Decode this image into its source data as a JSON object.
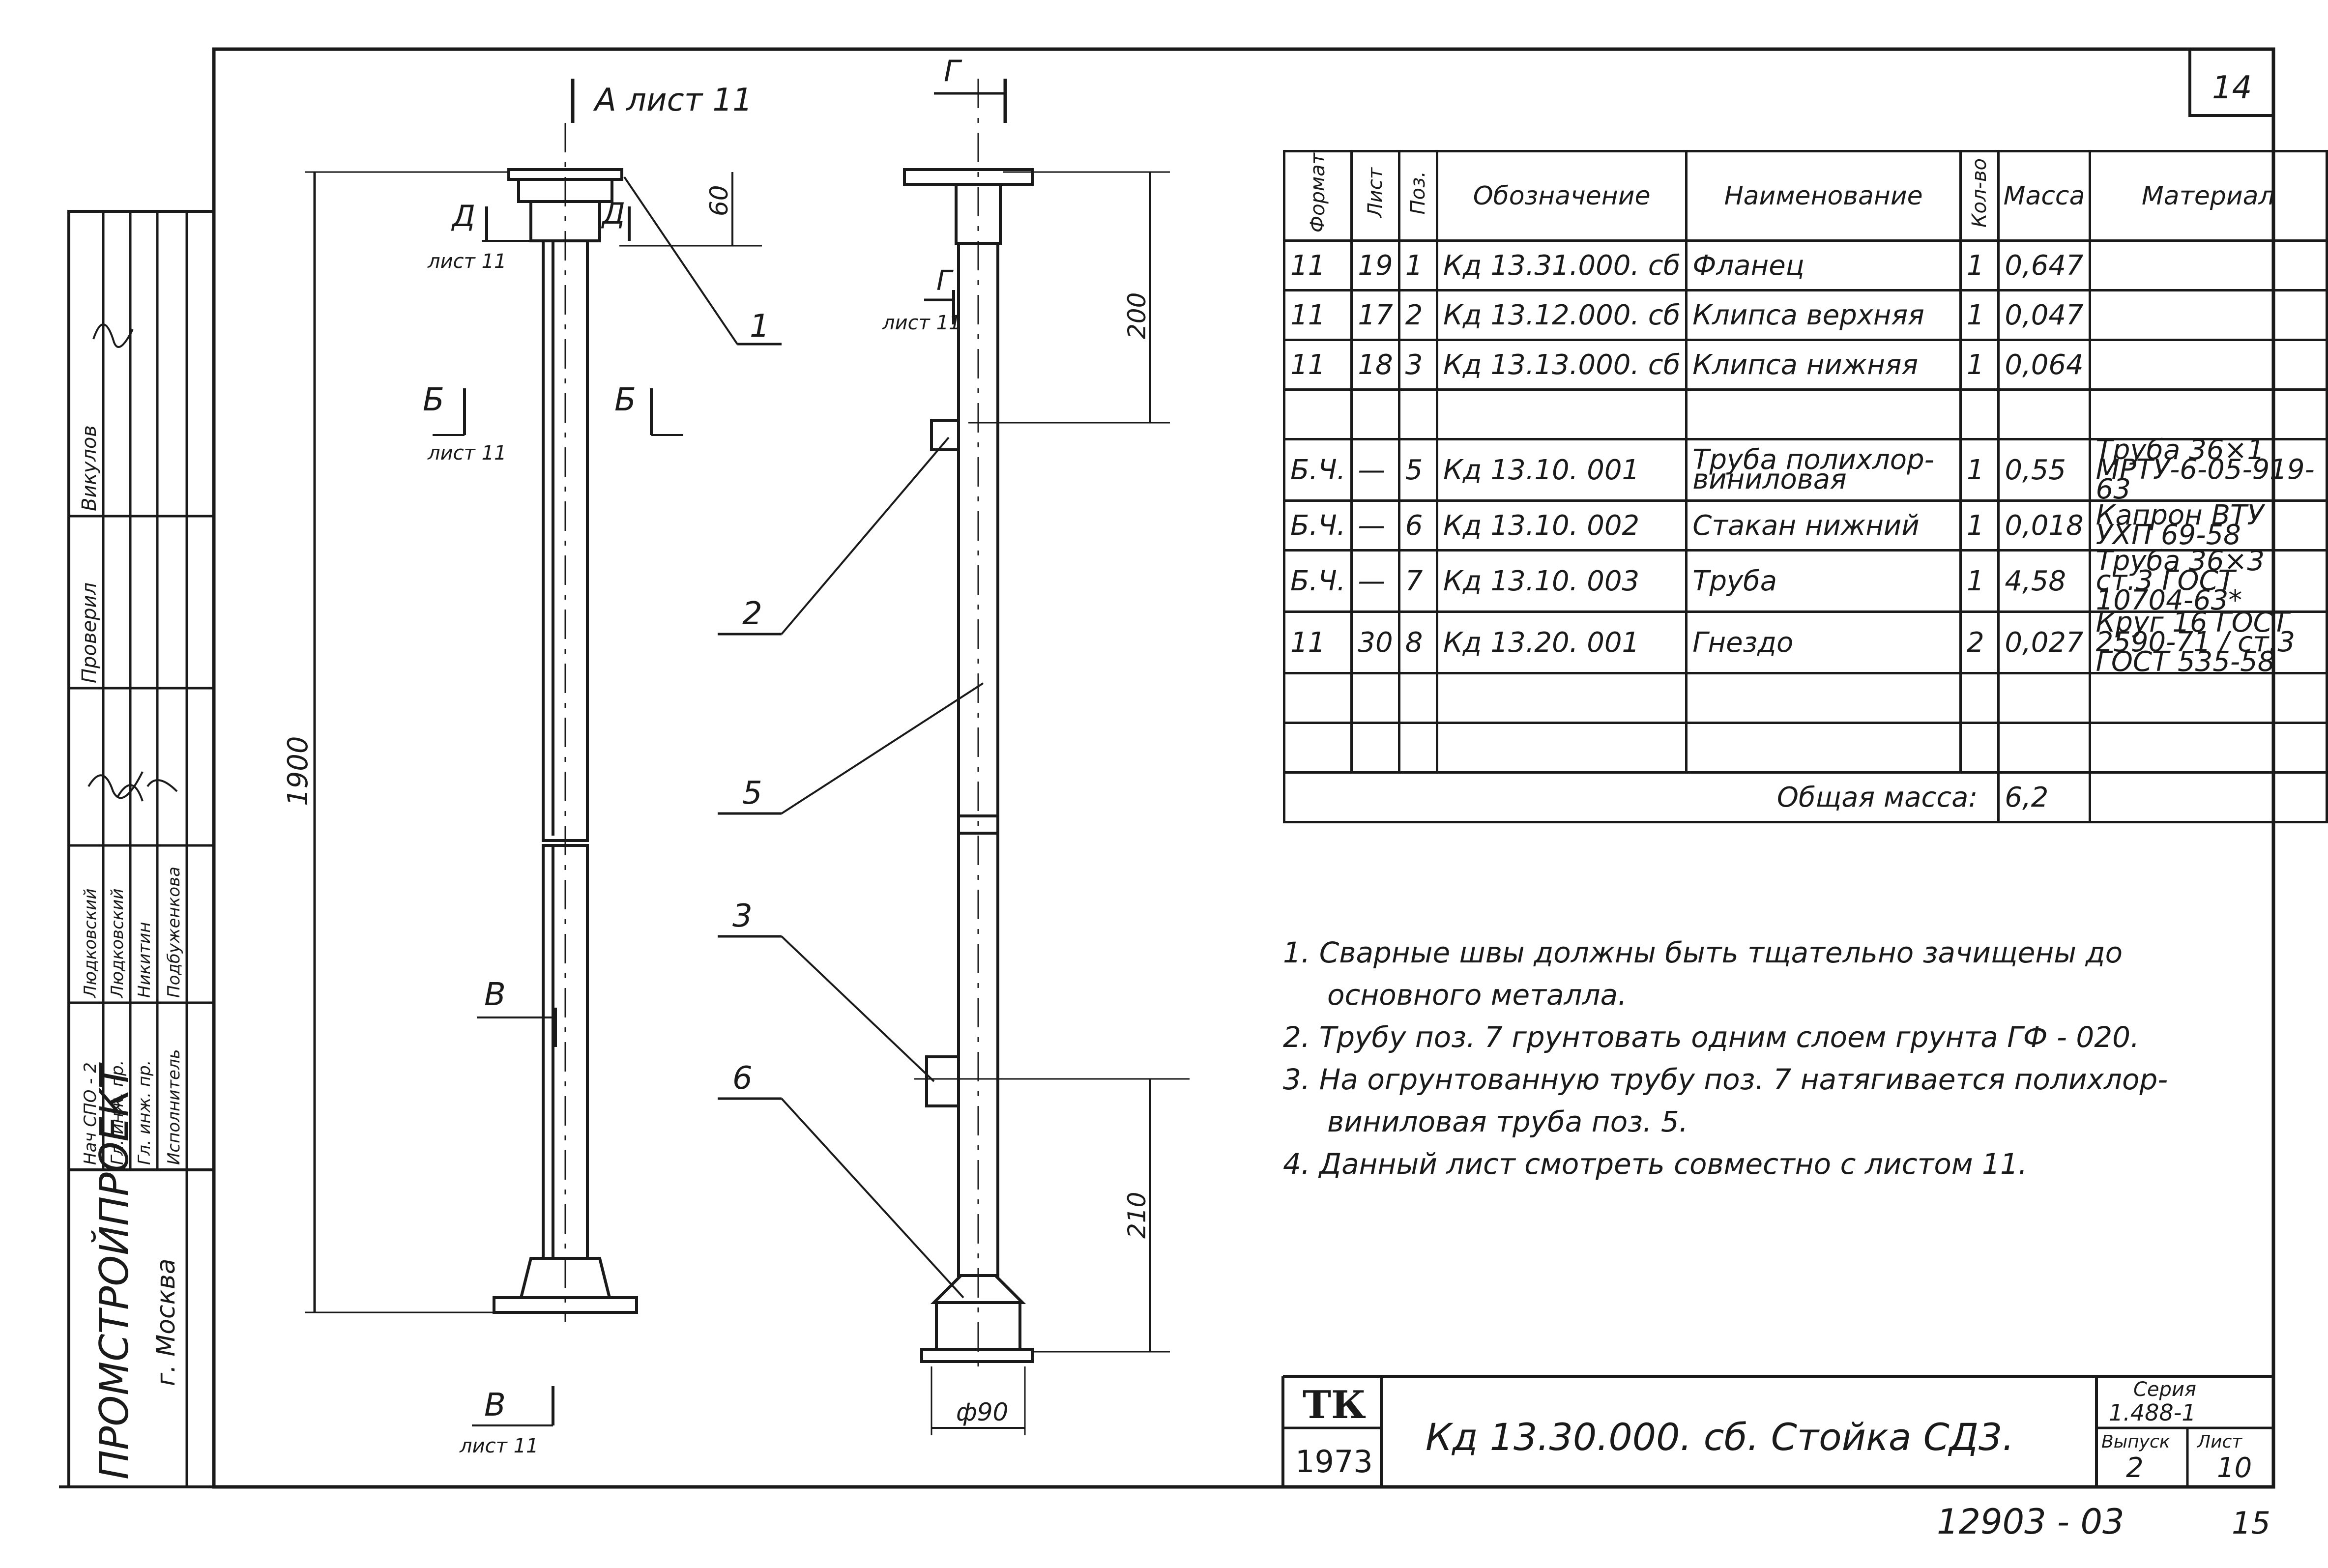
{
  "sheet_number_top": "14",
  "sheet_number_bottom": "15",
  "doc_code": "12903 - 03",
  "spec_table": {
    "headers": [
      "Формат",
      "Лист",
      "Поз.",
      "Обозначение",
      "Наименование",
      "Кол-во",
      "Масса",
      "Материал"
    ],
    "rows": [
      {
        "format": "11",
        "sheet": "19",
        "pos": "1",
        "designation": "Кд 13.31.000. сб",
        "name": "Фланец",
        "qty": "1",
        "mass": "0,647",
        "material": ""
      },
      {
        "format": "11",
        "sheet": "17",
        "pos": "2",
        "designation": "Кд 13.12.000. сб",
        "name": "Клипса верхняя",
        "qty": "1",
        "mass": "0,047",
        "material": ""
      },
      {
        "format": "11",
        "sheet": "18",
        "pos": "3",
        "designation": "Кд 13.13.000. сб",
        "name": "Клипса нижняя",
        "qty": "1",
        "mass": "0,064",
        "material": ""
      },
      {
        "format": "",
        "sheet": "",
        "pos": "",
        "designation": "",
        "name": "",
        "qty": "",
        "mass": "",
        "material": ""
      },
      {
        "format": "Б.Ч.",
        "sheet": "—",
        "pos": "5",
        "designation": "Кд 13.10. 001",
        "name": "Труба полихлор-виниловая",
        "qty": "1",
        "mass": "0,55",
        "material": "Труба 36×1 МРТУ-6-05-919-63"
      },
      {
        "format": "Б.Ч.",
        "sheet": "—",
        "pos": "6",
        "designation": "Кд 13.10. 002",
        "name": "Стакан нижний",
        "qty": "1",
        "mass": "0,018",
        "material": "Капрон ВТУ УХП 69-58"
      },
      {
        "format": "Б.Ч.",
        "sheet": "—",
        "pos": "7",
        "designation": "Кд 13.10. 003",
        "name": "Труба",
        "qty": "1",
        "mass": "4,58",
        "material": "Труба 36×3 ст.3 ГОСТ 10704-63*"
      },
      {
        "format": "11",
        "sheet": "30",
        "pos": "8",
        "designation": "Кд 13.20. 001",
        "name": "Гнездо",
        "qty": "2",
        "mass": "0,027",
        "material": "Круг 16 ГОСТ 2590-71 / ст.3 ГОСТ 535-58"
      },
      {
        "format": "",
        "sheet": "",
        "pos": "",
        "designation": "",
        "name": "",
        "qty": "",
        "mass": "",
        "material": ""
      },
      {
        "format": "",
        "sheet": "",
        "pos": "",
        "designation": "",
        "name": "",
        "qty": "",
        "mass": "",
        "material": ""
      }
    ],
    "total_label": "Общая масса:",
    "total_value": "6,2"
  },
  "notes": [
    "1.  Сварные швы должны быть тщательно зачищены  до",
    "основного металла.",
    "2.  Трубу поз. 7 грунтовать одним слоем грунта ГФ - 020.",
    "3.  На огрунтованную трубу поз. 7 натягивается полихлор-",
    "виниловая труба поз. 5.",
    "4.  Данный лист смотреть совместно с листом 11."
  ],
  "title_block": {
    "org_mark": "ТК",
    "year": "1973",
    "title": "Кд 13.30.000. сб.  Стойка  СД3.",
    "series_label": "Серия",
    "series_value": "1.488-1",
    "issue_label": "Выпуск",
    "issue_value": "2",
    "sheet_label": "Лист",
    "sheet_value": "10"
  },
  "side_stamp": {
    "org": "ПРОМСТРОЙПРОЕКТ",
    "city": "г. Москва",
    "roles": [
      "Нач СПО - 2",
      "Гл. инж. пр.",
      "Гл. инж. пр.",
      "Исполнитель",
      "Проверил"
    ],
    "names": [
      "Людковский",
      "Людковский",
      "Никитин",
      "Подбуженкова",
      "Викулов"
    ]
  },
  "drawing": {
    "view_a_label": "А лист 11",
    "view_g_label": "Г",
    "labels": {
      "d_left": "Д",
      "d_right": "Д",
      "d_sheet": "лист 11",
      "b_left": "Б",
      "b_right": "Б",
      "b_sheet": "лист 11",
      "g_mid": "Г",
      "g_sheet": "лист 11",
      "v_mid": "В",
      "v_bottom": "В",
      "v_sheet": "лист 11"
    },
    "dims": {
      "total_height": "1900",
      "top_60": "60",
      "top_200": "200",
      "bottom_210": "210",
      "diameter": "ф90"
    },
    "leaders": [
      "1",
      "2",
      "5",
      "3",
      "6"
    ]
  }
}
